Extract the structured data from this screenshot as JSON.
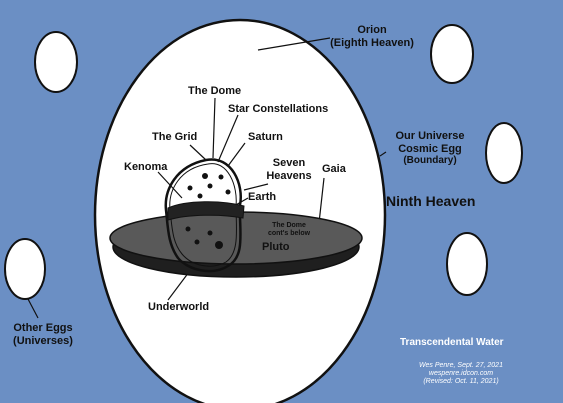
{
  "colors": {
    "background": "#6b8fc4",
    "egg_fill": "#ffffff",
    "outline": "#111111",
    "disc_top": "#595959",
    "disc_side": "#1f1f1f",
    "band": "#222222",
    "label_text": "#111111",
    "credit_text": "#ffffff"
  },
  "labels": {
    "orion": "Orion",
    "eighth_heaven": "(Eighth Heaven)",
    "the_dome": "The Dome",
    "star_constellations": "Star Constellations",
    "the_grid": "The Grid",
    "saturn": "Saturn",
    "our_universe": "Our Universe",
    "cosmic_egg": "Cosmic Egg",
    "boundary": "(Boundary)",
    "kenoma": "Kenoma",
    "seven": "Seven",
    "heavens": "Heavens",
    "gaia": "Gaia",
    "earth": "Earth",
    "ninth_heaven": "Ninth Heaven",
    "dome_cont_1": "The Dome",
    "dome_cont_2": "cont's below",
    "pluto": "Pluto",
    "underworld": "Underworld",
    "other_eggs": "Other Eggs",
    "universes": "(Universes)",
    "transcendental_water": "Transcendental Water"
  },
  "credits": {
    "author_date": "Wes Penre, Sept. 27, 2021",
    "website": "wespenre.idcon.com",
    "revised": "(Revised: Oct. 11, 2021)"
  },
  "icons": {
    "other_egg": "egg-icon",
    "star": "star-dot-icon",
    "planet": "planet-icon"
  }
}
